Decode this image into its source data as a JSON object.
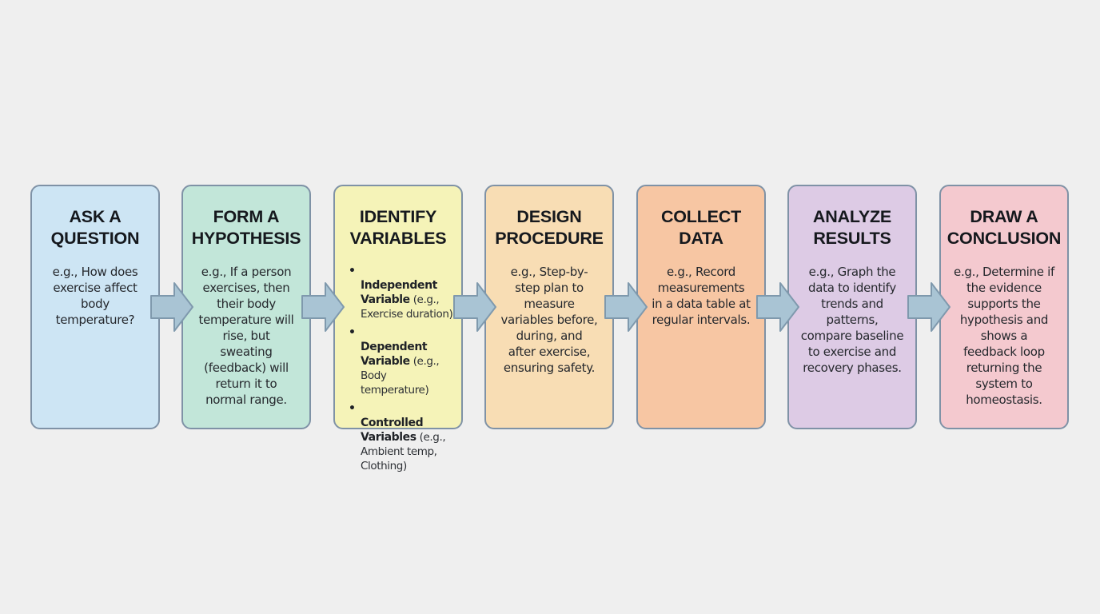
{
  "colors": {
    "ask": "#cde5f4",
    "hypothesis": "#c2e6d9",
    "variables": "#f5f3b8",
    "design": "#f8ddb4",
    "collect": "#f7c6a3",
    "analyze": "#ddcbe5",
    "conclusion": "#f4c9cf",
    "border": "#7f92a6",
    "arrow_fill": "#a9c4d4",
    "arrow_stroke": "#7f99ad"
  },
  "steps": [
    {
      "title": "ASK A\nQUESTION",
      "description": "e.g., How does\nexercise affect\nbody\ntemperature?"
    },
    {
      "title": "FORM A\nHYPOTHESIS",
      "description": "e.g., If a person\nexercises, then\ntheir body\ntemperature will\nrise, but\nsweating\n(feedback) will\nreturn it to\nnormal range."
    },
    {
      "title": "IDENTIFY\nVARIABLES",
      "variables": [
        {
          "name": "Independent\nVariable",
          "note": " (e.g.,\nExercise duration)"
        },
        {
          "name": "Dependent\nVariable",
          "note": " (e.g.,\nBody temperature)"
        },
        {
          "name": "Controlled\nVariables",
          "note": " (e.g.,\nAmbient temp,\nClothing)"
        }
      ]
    },
    {
      "title": "DESIGN\nPROCEDURE",
      "description": "e.g., Step-by-\nstep plan to\nmeasure\nvariables before,\nduring, and\nafter exercise,\nensuring safety."
    },
    {
      "title": "COLLECT\nDATA",
      "description": "e.g., Record\nmeasurements\nin a data table at\nregular intervals."
    },
    {
      "title": "ANALYZE\nRESULTS",
      "description": "e.g., Graph the\ndata to identify\ntrends and\npatterns,\ncompare baseline\nto exercise and\nrecovery phases."
    },
    {
      "title": "DRAW A\nCONCLUSION",
      "description": "e.g., Determine if\nthe evidence\nsupports the\nhypothesis and\nshows a\nfeedback loop\nreturning the\nsystem to\nhomeostasis."
    }
  ]
}
